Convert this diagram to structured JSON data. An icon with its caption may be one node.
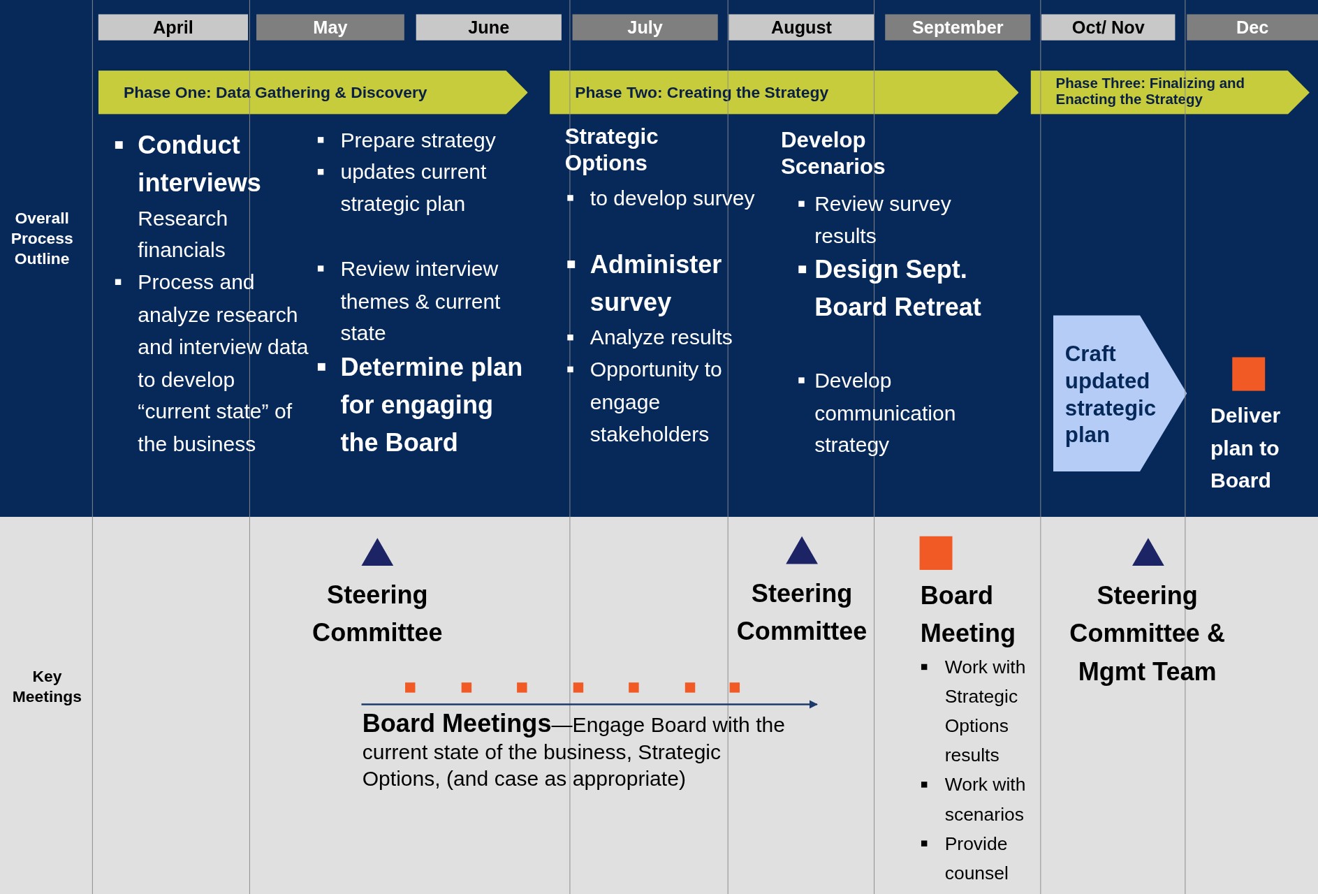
{
  "diagram": {
    "nodes": [
      {
        "text": [
          "Overall Process Outline"
        ]
      },
      {
        "text": [
          "April"
        ],
        "in": 0
      },
      {
        "text": [
          "May"
        ],
        "in": 0
      },
      {
        "text": [
          "June"
        ],
        "in": 0
      },
      {
        "text": [
          "July"
        ],
        "in": 0
      },
      {
        "text": [
          "August"
        ],
        "in": 0
      },
      {
        "text": [
          "September"
        ],
        "in": 0
      },
      {
        "text": [
          "Oct/ Nov"
        ],
        "in": 0
      },
      {
        "text": [
          "Dec"
        ],
        "in": 0
      },
      {
        "text": [
          "Phase One: Data Gathering & Discovery"
        ],
        "in": 0
      },
      {
        "text": [
          "Phase Two: Creating the Strategy"
        ],
        "in": 0
      },
      {
        "text": [
          "Phase Three: Finalizing and Enacting the Strategy"
        ],
        "in": 0
      },
      {
        "text": [
          "Craft updated strategic plan"
        ],
        "in": 0
      },
      {
        "text": [
          "Key Meetings"
        ]
      }
    ],
    "edges": [],
    "labels": [
      "Conduct interviews",
      "Research financials",
      "Process and analyze research and interview data to develop “current state” of the business",
      "Prepare strategy",
      "updates current strategic plan",
      "Review interview themes & current state",
      "Determine plan for engaging the Board",
      "Strategic Options",
      "to develop survey",
      "Administer survey",
      "Analyze results",
      "Opportunity to engage stakeholders",
      "Develop Scenarios",
      "Review survey results",
      "Design Sept. Board Retreat",
      "Develop communication strategy",
      "Deliver plan to Board",
      "Steering Committee",
      "Steering Committee",
      "Board Meeting",
      "Work with Strategic Options results",
      "Work with scenarios",
      "Provide counsel",
      "Steering Committee & Mgmt Team",
      "**Board Meetings**—Engage Board with the current state of the business, Strategic Options, (and case as appropriate)"
    ]
  }
}
